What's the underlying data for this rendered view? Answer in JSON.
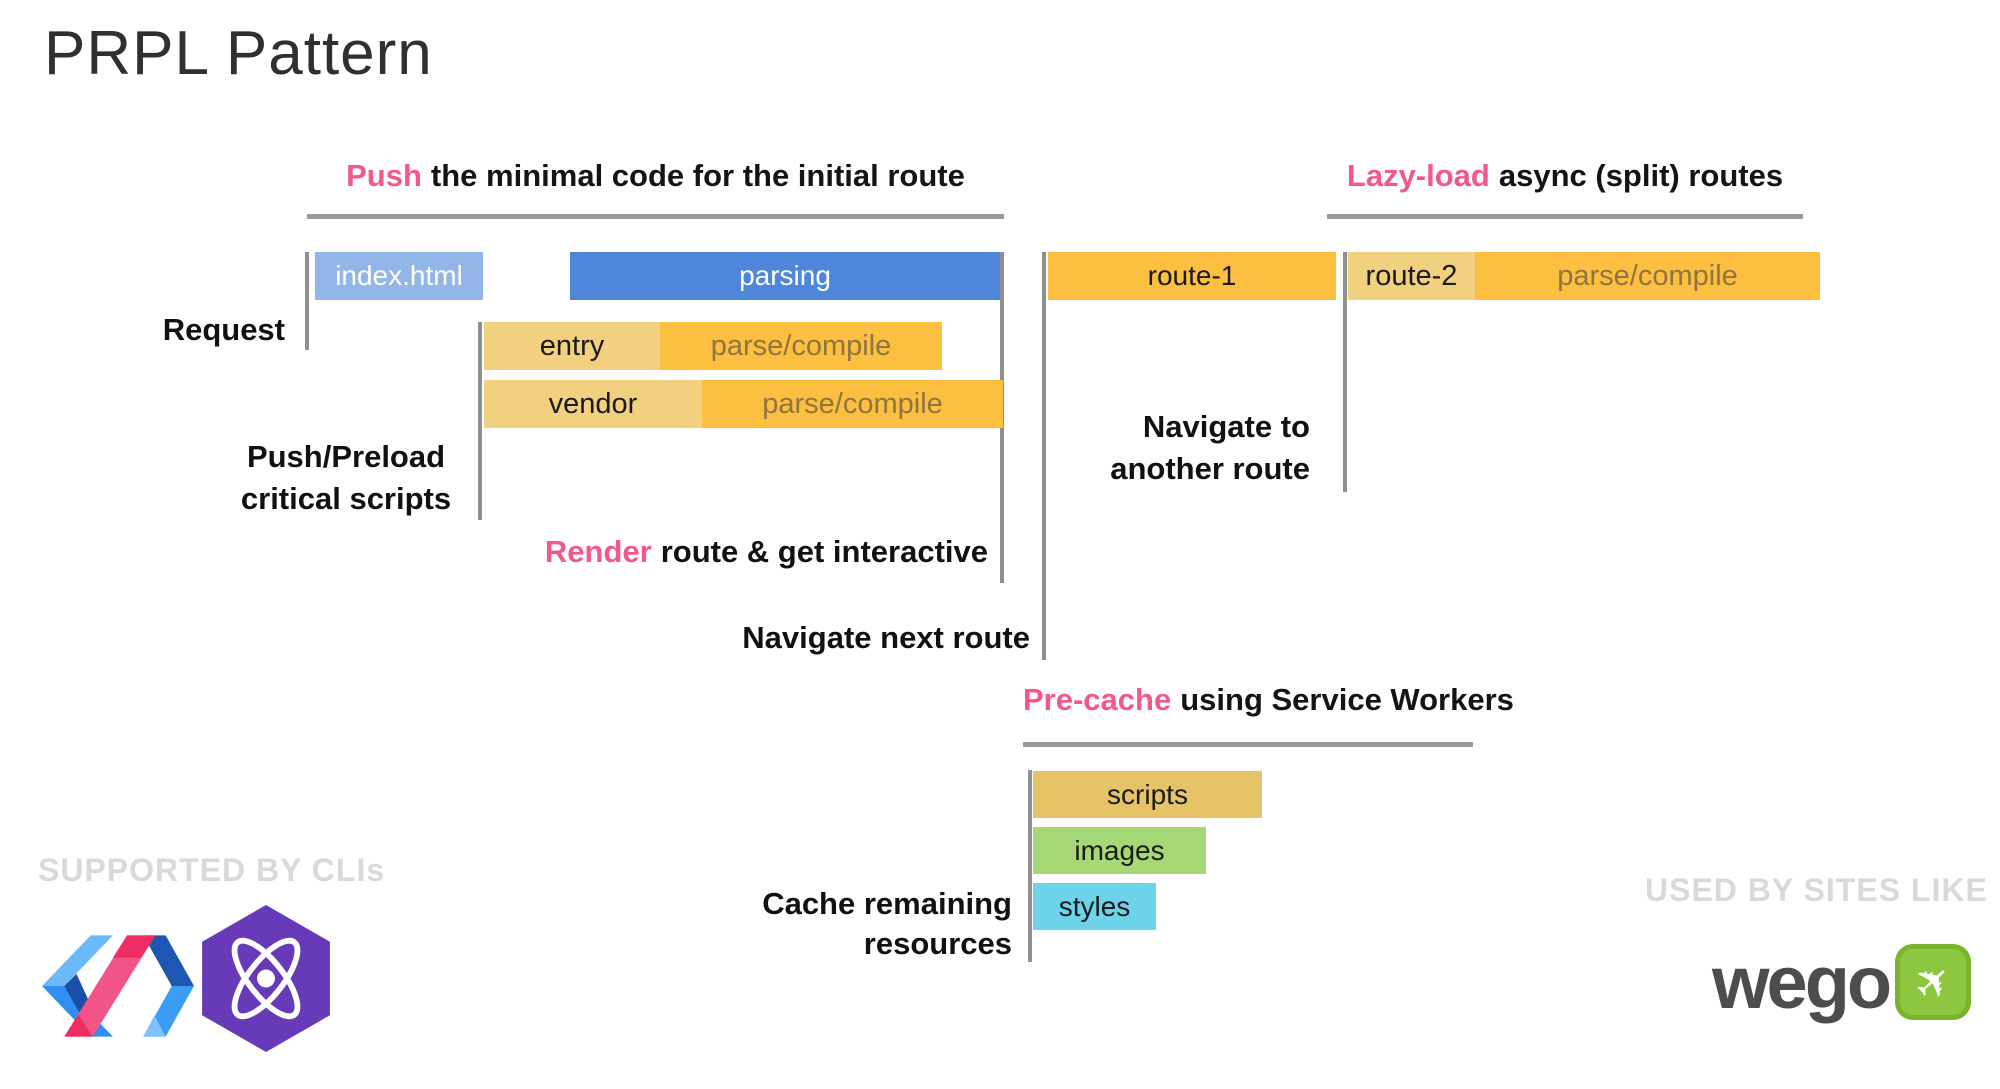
{
  "page": {
    "title": "PRPL Pattern"
  },
  "headers": {
    "push": {
      "highlight": "Push",
      "rest": "the minimal code for the initial route"
    },
    "lazy": {
      "highlight": "Lazy-load",
      "rest": "async (split) routes"
    },
    "precache": {
      "highlight": "Pre-cache",
      "rest": "using Service Workers"
    }
  },
  "labels": {
    "request": "Request",
    "push_preload": {
      "line1": "Push/Preload",
      "line2": "critical scripts"
    },
    "render": {
      "highlight": "Render",
      "rest": "route & get interactive"
    },
    "navigate_next": "Navigate next route",
    "navigate_another": {
      "line1": "Navigate to",
      "line2": "another route"
    },
    "cache_remaining": {
      "line1": "Cache remaining",
      "line2": "resources"
    }
  },
  "bars": {
    "index_html": "index.html",
    "parsing": "parsing",
    "entry": "entry",
    "entry_parse": "parse/compile",
    "vendor": "vendor",
    "vendor_parse": "parse/compile",
    "route1": "route-1",
    "route2": "route-2",
    "route2_parse": "parse/compile",
    "scripts": "scripts",
    "images": "images",
    "styles": "styles"
  },
  "footer": {
    "supported_by": "SUPPORTED BY CLIs",
    "used_by": "USED BY SITES LIKE",
    "wego": "wego",
    "logos": [
      "polymer-logo",
      "preact-logo",
      "wego-logo"
    ]
  },
  "colors": {
    "accent_pink": "#f2578f",
    "bar_blue": "#4e86d9",
    "bar_light_blue": "#92b6e8",
    "bar_orange": "#fcbf40",
    "bar_tan": "#f1d180",
    "bar_gold": "#e6c367",
    "bar_green": "#a6d877",
    "bar_cyan": "#6dd3ea",
    "parse_compile_text": "#8f7540",
    "line_gray": "#8f8f8f",
    "footer_gray": "#d9d9d9",
    "preact_purple": "#673ab8",
    "wego_green": "#8dc63f"
  }
}
